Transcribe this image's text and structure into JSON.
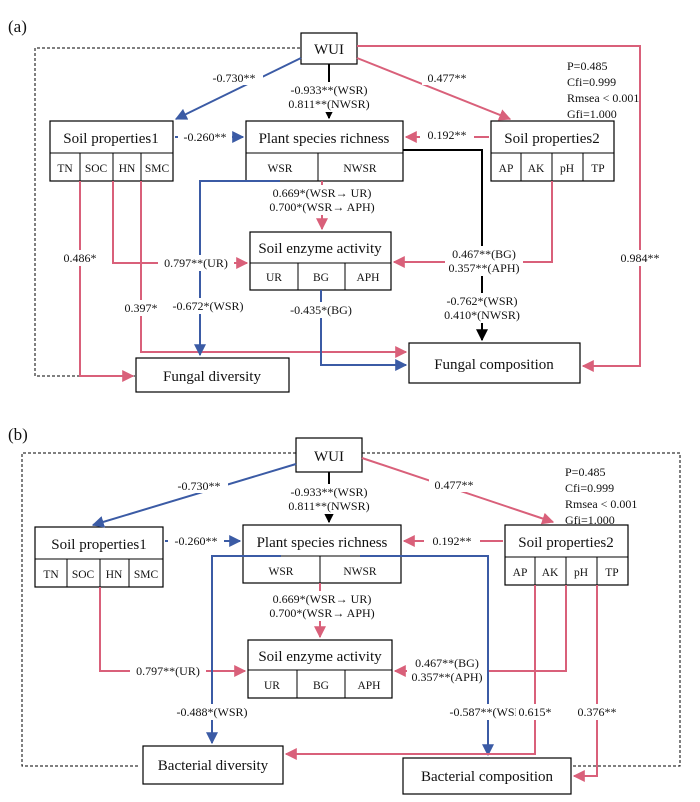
{
  "panel_a": {
    "label": "(a)",
    "nodes": {
      "wui": "WUI",
      "soil1": "Soil properties1",
      "soil1_cells": [
        "TN",
        "SOC",
        "HN",
        "SMC"
      ],
      "richness": "Plant species richness",
      "richness_cells": [
        "WSR",
        "NWSR"
      ],
      "soil2": "Soil properties2",
      "soil2_cells": [
        "AP",
        "AK",
        "pH",
        "TP"
      ],
      "enzyme": "Soil enzyme activity",
      "enzyme_cells": [
        "UR",
        "BG",
        "APH"
      ],
      "diversity": "Fungal diversity",
      "composition": "Fungal composition"
    },
    "stats": [
      "P=0.485",
      "Cfi=0.999",
      "Rmsea < 0.001",
      "Gfi=1.000"
    ],
    "labels": {
      "wui_soil1": "-0.730**",
      "wui_rich_1": "-0.933**(WSR)",
      "wui_rich_2": "0.811**(NWSR)",
      "wui_soil2": "0.477**",
      "soil1_rich": "-0.260**",
      "soil2_rich": "0.192**",
      "rich_enz_1": "0.669*(WSR→ UR)",
      "rich_enz_2": "0.700*(WSR→ APH)",
      "soil1_div": "0.486*",
      "soil1_enz": "0.797**(UR)",
      "soil2_enz_1": "0.467**(BG)",
      "soil2_enz_2": "0.357**(APH)",
      "wui_comp": "0.984**",
      "soil1_comp": "0.397*",
      "rich_div": "-0.672*(WSR)",
      "enz_comp": "-0.435*(BG)",
      "rich_comp_1": "-0.762*(WSR)",
      "rich_comp_2": "0.410*(NWSR)"
    }
  },
  "panel_b": {
    "label": "(b)",
    "nodes": {
      "wui": "WUI",
      "soil1": "Soil properties1",
      "soil1_cells": [
        "TN",
        "SOC",
        "HN",
        "SMC"
      ],
      "richness": "Plant species richness",
      "richness_cells": [
        "WSR",
        "NWSR"
      ],
      "soil2": "Soil properties2",
      "soil2_cells": [
        "AP",
        "AK",
        "pH",
        "TP"
      ],
      "enzyme": "Soil enzyme activity",
      "enzyme_cells": [
        "UR",
        "BG",
        "APH"
      ],
      "diversity": "Bacterial diversity",
      "composition": "Bacterial  composition"
    },
    "stats": [
      "P=0.485",
      "Cfi=0.999",
      "Rmsea < 0.001",
      "Gfi=1.000"
    ],
    "labels": {
      "wui_soil1": "-0.730**",
      "wui_rich_1": "-0.933**(WSR)",
      "wui_rich_2": "0.811**(NWSR)",
      "wui_soil2": "0.477**",
      "soil1_rich": "-0.260**",
      "soil2_rich": "0.192**",
      "rich_enz_1": "0.669*(WSR→ UR)",
      "rich_enz_2": "0.700*(WSR→ APH)",
      "soil1_enz": "0.797**(UR)",
      "soil2_enz_1": "0.467**(BG)",
      "soil2_enz_2": "0.357**(APH)",
      "rich_div": "-0.488*(WSR)",
      "rich_comp": "-0.587**(WSR)",
      "soil2_div": "0.615*",
      "soil2_comp": "0.376**"
    }
  },
  "colors": {
    "positive": "#d9607a",
    "negative": "#3b5ba5",
    "neutral": "#000000"
  }
}
